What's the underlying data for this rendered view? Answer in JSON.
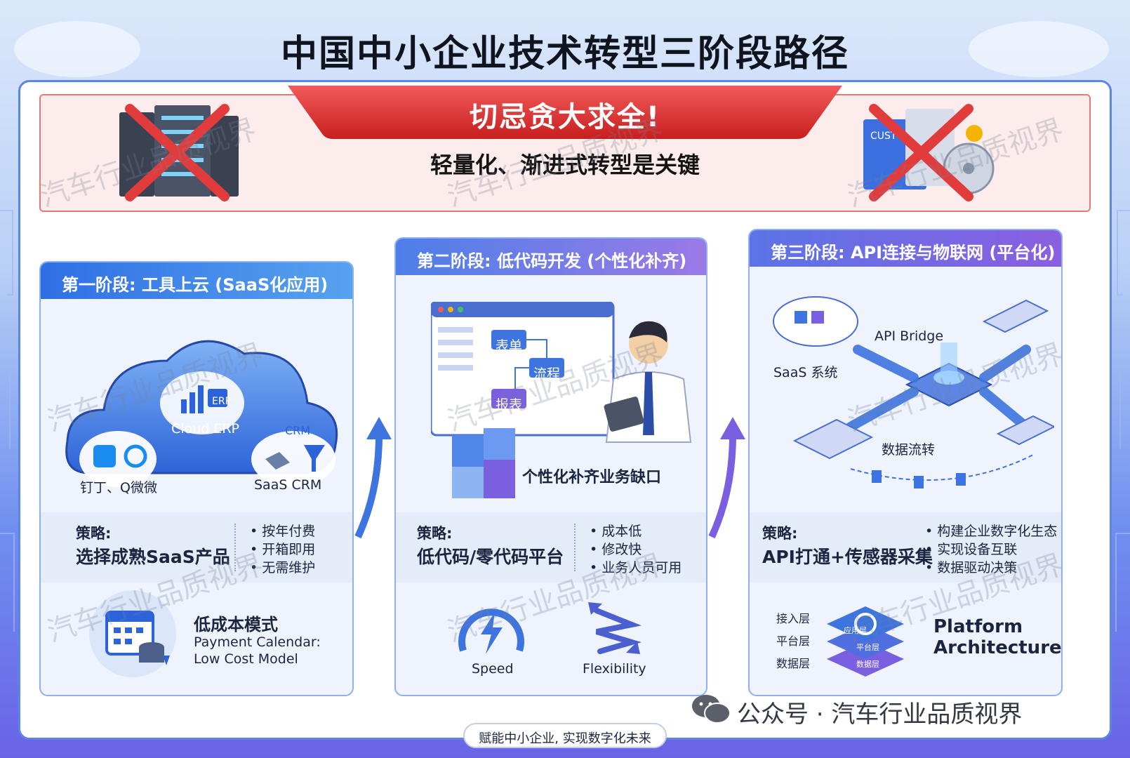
{
  "title": "中国中小企业技术转型三阶段路径",
  "warning": {
    "headline": "切忌贪大求全!",
    "subline": "轻量化、渐进式转型是关键",
    "left_icon": "crossed-server-rack-icon",
    "right_icon": "crossed-custom-software-icon",
    "icon_label": "CUSTOM"
  },
  "stage1": {
    "title": "第一阶段: 工具上云 (SaaS化应用)",
    "cloud_label": "Cloud ERP",
    "erp_tag": "ERP",
    "crm_tag": "CRM",
    "left_caption": "钉丁、Q微微",
    "right_caption": "SaaS CRM",
    "strategy_label": "策略:",
    "strategy_main": "选择成熟SaaS产品",
    "bullets": [
      "按年付费",
      "开箱即用",
      "无需维护"
    ],
    "bottom_title": "低成本模式",
    "bottom_sub1": "Payment Calendar:",
    "bottom_sub2": "Low Cost Model"
  },
  "stage2": {
    "title": "第二阶段: 低代码开发 (个性化补齐)",
    "flow_nodes": [
      "表单",
      "流程",
      "报表"
    ],
    "puzzle_caption": "个性化补齐业务缺口",
    "strategy_label": "策略:",
    "strategy_main": "低代码/零代码平台",
    "bullets": [
      "成本低",
      "修改快",
      "业务人员可用"
    ],
    "speed_label": "Speed",
    "flex_label": "Flexibility"
  },
  "stage3": {
    "title": "第三阶段: API连接与物联网 (平台化)",
    "api_label": "API Bridge",
    "saas_label": "SaaS 系统",
    "flow_label": "数据流转",
    "strategy_label": "策略:",
    "strategy_main": "API打通+传感器采集",
    "bullets": [
      "构建企业数字化生态",
      "实现设备互联",
      "数据驱动决策"
    ],
    "layers": [
      "接入层",
      "平台层",
      "数据层"
    ],
    "layer_tags": [
      "应用层",
      "平台层",
      "数据层"
    ],
    "arch_title1": "Platform",
    "arch_title2": "Architecture"
  },
  "footer": "赋能中小企业, 实现数字化未来",
  "credit": "公众号 · 汽车行业品质视界",
  "watermark": "汽车行业品质视界",
  "colors": {
    "accent_blue": "#3d74e0",
    "accent_purple": "#7a5fe0",
    "warning_red": "#e03b3b",
    "frame": "#5b86e6"
  }
}
